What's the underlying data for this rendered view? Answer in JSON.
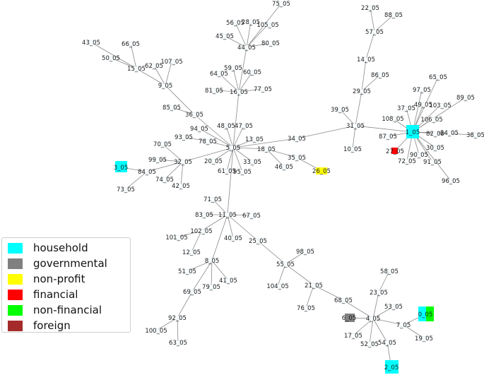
{
  "legend": {
    "items": [
      {
        "label": "household",
        "color": "#00ffff"
      },
      {
        "label": "governmental",
        "color": "#808080"
      },
      {
        "label": "non-profit",
        "color": "#ffff00"
      },
      {
        "label": "financial",
        "color": "#ff0000"
      },
      {
        "label": "non-financial",
        "color": "#00ff00"
      },
      {
        "label": "foreign",
        "color": "#a52a2a"
      }
    ]
  },
  "graph": {
    "nodes": [
      {
        "id": "75_05"
      },
      {
        "id": "56_05"
      },
      {
        "id": "28_05"
      },
      {
        "id": "105_05"
      },
      {
        "id": "45_05"
      },
      {
        "id": "44_05"
      },
      {
        "id": "80_05"
      },
      {
        "id": "59_05"
      },
      {
        "id": "64_05"
      },
      {
        "id": "60_05"
      },
      {
        "id": "81_05"
      },
      {
        "id": "16_05"
      },
      {
        "id": "77_05"
      },
      {
        "id": "43_05"
      },
      {
        "id": "66_05"
      },
      {
        "id": "50_05"
      },
      {
        "id": "62_05"
      },
      {
        "id": "107_05"
      },
      {
        "id": "15_05"
      },
      {
        "id": "9_05"
      },
      {
        "id": "85_05"
      },
      {
        "id": "36_05"
      },
      {
        "id": "94_05"
      },
      {
        "id": "48_05"
      },
      {
        "id": "47_05"
      },
      {
        "id": "93_05"
      },
      {
        "id": "78_05"
      },
      {
        "id": "13_05"
      },
      {
        "id": "5_05"
      },
      {
        "id": "18_05"
      },
      {
        "id": "70_05"
      },
      {
        "id": "99_05"
      },
      {
        "id": "32_05"
      },
      {
        "id": "3_05",
        "sector": "household"
      },
      {
        "id": "84_05"
      },
      {
        "id": "73_05"
      },
      {
        "id": "74_05"
      },
      {
        "id": "42_05"
      },
      {
        "id": "20_05"
      },
      {
        "id": "61_05"
      },
      {
        "id": "95_05"
      },
      {
        "id": "33_05"
      },
      {
        "id": "46_05"
      },
      {
        "id": "35_05"
      },
      {
        "id": "26_05",
        "sector": "non-profit"
      },
      {
        "id": "34_05"
      },
      {
        "id": "22_05"
      },
      {
        "id": "88_05"
      },
      {
        "id": "57_05"
      },
      {
        "id": "14_05"
      },
      {
        "id": "86_05"
      },
      {
        "id": "29_05"
      },
      {
        "id": "39_05"
      },
      {
        "id": "31_05"
      },
      {
        "id": "10_05"
      },
      {
        "id": "65_05"
      },
      {
        "id": "97_05"
      },
      {
        "id": "89_05"
      },
      {
        "id": "37_05"
      },
      {
        "id": "49_05"
      },
      {
        "id": "103_05"
      },
      {
        "id": "108_05"
      },
      {
        "id": "106_05"
      },
      {
        "id": "1_05",
        "sector": "household"
      },
      {
        "id": "87_05"
      },
      {
        "id": "82_05"
      },
      {
        "id": "24_05"
      },
      {
        "id": "38_05"
      },
      {
        "id": "27_05",
        "sector": "financial"
      },
      {
        "id": "30_05"
      },
      {
        "id": "90_05"
      },
      {
        "id": "72_05"
      },
      {
        "id": "91_05"
      },
      {
        "id": "96_05"
      },
      {
        "id": "71_05"
      },
      {
        "id": "83_05"
      },
      {
        "id": "11_05"
      },
      {
        "id": "67_05"
      },
      {
        "id": "102_05"
      },
      {
        "id": "101_05"
      },
      {
        "id": "40_05"
      },
      {
        "id": "25_05"
      },
      {
        "id": "12_05"
      },
      {
        "id": "8_05"
      },
      {
        "id": "51_05"
      },
      {
        "id": "79_05"
      },
      {
        "id": "41_05"
      },
      {
        "id": "69_05"
      },
      {
        "id": "98_05"
      },
      {
        "id": "55_05"
      },
      {
        "id": "104_05"
      },
      {
        "id": "21_05"
      },
      {
        "id": "76_05"
      },
      {
        "id": "68_05"
      },
      {
        "id": "58_05"
      },
      {
        "id": "23_05"
      },
      {
        "id": "53_05"
      },
      {
        "id": "6_05",
        "sector": "governmental"
      },
      {
        "id": "4_05"
      },
      {
        "id": "7_05"
      },
      {
        "id": "0_05",
        "sector": "household",
        "sector2": "non-financial"
      },
      {
        "id": "17_05"
      },
      {
        "id": "52_05"
      },
      {
        "id": "54_05"
      },
      {
        "id": "19_05"
      },
      {
        "id": "92_05"
      },
      {
        "id": "100_05"
      },
      {
        "id": "63_05"
      },
      {
        "id": "2_05",
        "sector": "household"
      }
    ],
    "edges": [
      [
        "44_05",
        "75_05"
      ],
      [
        "44_05",
        "56_05"
      ],
      [
        "44_05",
        "28_05"
      ],
      [
        "44_05",
        "105_05"
      ],
      [
        "44_05",
        "45_05"
      ],
      [
        "44_05",
        "80_05"
      ],
      [
        "44_05",
        "16_05"
      ],
      [
        "16_05",
        "59_05"
      ],
      [
        "16_05",
        "64_05"
      ],
      [
        "16_05",
        "60_05"
      ],
      [
        "16_05",
        "81_05"
      ],
      [
        "16_05",
        "77_05"
      ],
      [
        "16_05",
        "5_05"
      ],
      [
        "15_05",
        "43_05"
      ],
      [
        "15_05",
        "50_05"
      ],
      [
        "15_05",
        "66_05"
      ],
      [
        "15_05",
        "9_05"
      ],
      [
        "9_05",
        "62_05"
      ],
      [
        "9_05",
        "107_05"
      ],
      [
        "9_05",
        "36_05"
      ],
      [
        "36_05",
        "85_05"
      ],
      [
        "36_05",
        "5_05"
      ],
      [
        "5_05",
        "94_05"
      ],
      [
        "5_05",
        "48_05"
      ],
      [
        "5_05",
        "47_05"
      ],
      [
        "5_05",
        "78_05"
      ],
      [
        "5_05",
        "13_05"
      ],
      [
        "5_05",
        "18_05"
      ],
      [
        "5_05",
        "34_05"
      ],
      [
        "5_05",
        "32_05"
      ],
      [
        "5_05",
        "20_05"
      ],
      [
        "5_05",
        "61_05"
      ],
      [
        "5_05",
        "95_05"
      ],
      [
        "5_05",
        "33_05"
      ],
      [
        "5_05",
        "11_05"
      ],
      [
        "78_05",
        "93_05"
      ],
      [
        "32_05",
        "70_05"
      ],
      [
        "32_05",
        "99_05"
      ],
      [
        "32_05",
        "84_05"
      ],
      [
        "32_05",
        "74_05"
      ],
      [
        "32_05",
        "42_05"
      ],
      [
        "84_05",
        "3_05"
      ],
      [
        "84_05",
        "73_05"
      ],
      [
        "18_05",
        "46_05"
      ],
      [
        "18_05",
        "35_05"
      ],
      [
        "35_05",
        "26_05"
      ],
      [
        "34_05",
        "31_05"
      ],
      [
        "31_05",
        "29_05"
      ],
      [
        "31_05",
        "39_05"
      ],
      [
        "31_05",
        "10_05"
      ],
      [
        "31_05",
        "1_05"
      ],
      [
        "29_05",
        "14_05"
      ],
      [
        "29_05",
        "86_05"
      ],
      [
        "14_05",
        "57_05"
      ],
      [
        "57_05",
        "22_05"
      ],
      [
        "57_05",
        "88_05"
      ],
      [
        "1_05",
        "65_05"
      ],
      [
        "1_05",
        "97_05"
      ],
      [
        "1_05",
        "89_05"
      ],
      [
        "1_05",
        "37_05"
      ],
      [
        "1_05",
        "49_05"
      ],
      [
        "1_05",
        "103_05"
      ],
      [
        "1_05",
        "108_05"
      ],
      [
        "1_05",
        "106_05"
      ],
      [
        "1_05",
        "87_05"
      ],
      [
        "1_05",
        "82_05"
      ],
      [
        "1_05",
        "24_05"
      ],
      [
        "1_05",
        "38_05"
      ],
      [
        "1_05",
        "27_05"
      ],
      [
        "1_05",
        "30_05"
      ],
      [
        "1_05",
        "90_05"
      ],
      [
        "1_05",
        "72_05"
      ],
      [
        "1_05",
        "91_05"
      ],
      [
        "1_05",
        "96_05"
      ],
      [
        "11_05",
        "71_05"
      ],
      [
        "11_05",
        "83_05"
      ],
      [
        "11_05",
        "67_05"
      ],
      [
        "11_05",
        "102_05"
      ],
      [
        "11_05",
        "40_05"
      ],
      [
        "11_05",
        "25_05"
      ],
      [
        "11_05",
        "8_05"
      ],
      [
        "102_05",
        "101_05"
      ],
      [
        "102_05",
        "12_05"
      ],
      [
        "8_05",
        "51_05"
      ],
      [
        "8_05",
        "79_05"
      ],
      [
        "8_05",
        "41_05"
      ],
      [
        "8_05",
        "69_05"
      ],
      [
        "69_05",
        "92_05"
      ],
      [
        "92_05",
        "100_05"
      ],
      [
        "92_05",
        "63_05"
      ],
      [
        "25_05",
        "55_05"
      ],
      [
        "55_05",
        "98_05"
      ],
      [
        "55_05",
        "104_05"
      ],
      [
        "55_05",
        "21_05"
      ],
      [
        "21_05",
        "76_05"
      ],
      [
        "21_05",
        "68_05"
      ],
      [
        "68_05",
        "4_05"
      ],
      [
        "4_05",
        "23_05"
      ],
      [
        "23_05",
        "58_05"
      ],
      [
        "4_05",
        "53_05"
      ],
      [
        "4_05",
        "6_05"
      ],
      [
        "4_05",
        "7_05"
      ],
      [
        "7_05",
        "0_05"
      ],
      [
        "7_05",
        "19_05"
      ],
      [
        "4_05",
        "17_05"
      ],
      [
        "4_05",
        "52_05"
      ],
      [
        "4_05",
        "54_05"
      ],
      [
        "54_05",
        "2_05"
      ]
    ]
  }
}
